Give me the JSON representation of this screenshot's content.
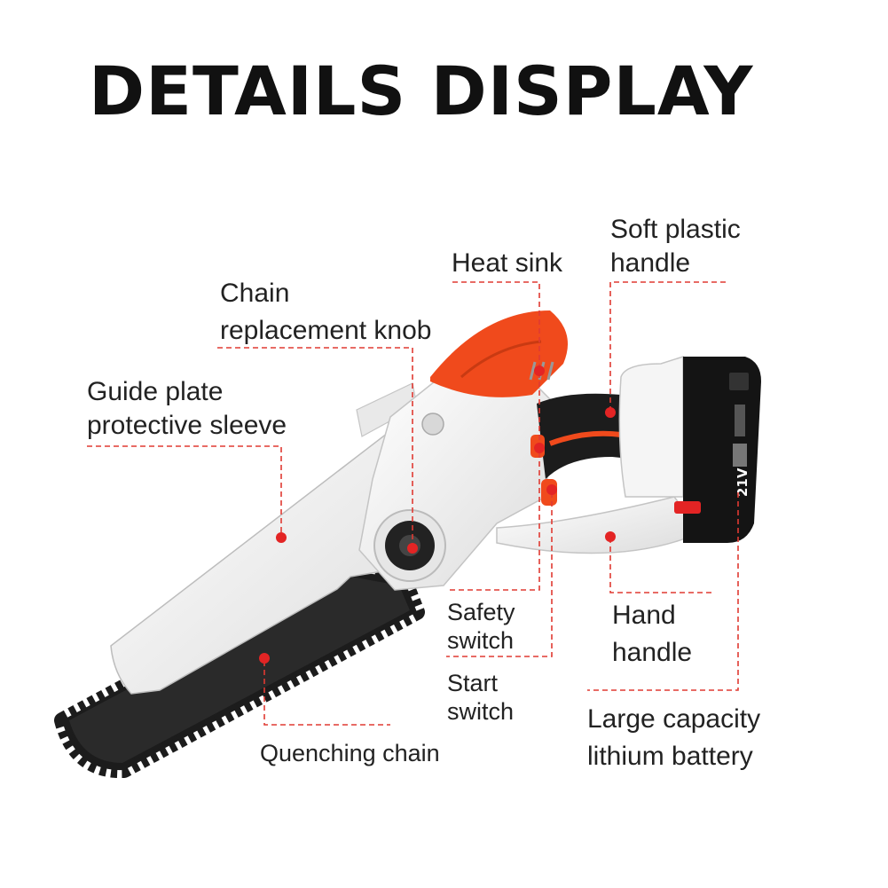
{
  "title": "DETAILS DISPLAY",
  "battery_marking": "21V",
  "colors": {
    "accent": "#f04a1c",
    "leader_line": "#e03a32",
    "body_white": "#f2f2f2",
    "grip_black": "#1c1c1c"
  },
  "callouts": {
    "heat_sink": [
      "Heat sink"
    ],
    "soft_plastic_handle": [
      "Soft plastic",
      "handle"
    ],
    "chain_replacement_knob": [
      "Chain",
      "replacement knob"
    ],
    "guide_plate_protective_sleeve": [
      "Guide plate",
      "protective sleeve"
    ],
    "safety_switch": [
      "Safety",
      "switch"
    ],
    "start_switch": [
      "Start",
      "switch"
    ],
    "hand_handle": [
      "Hand",
      "handle"
    ],
    "large_capacity_lithium_battery": [
      "Large capacity",
      "lithium battery"
    ],
    "quenching_chain": [
      "Quenching chain"
    ]
  }
}
